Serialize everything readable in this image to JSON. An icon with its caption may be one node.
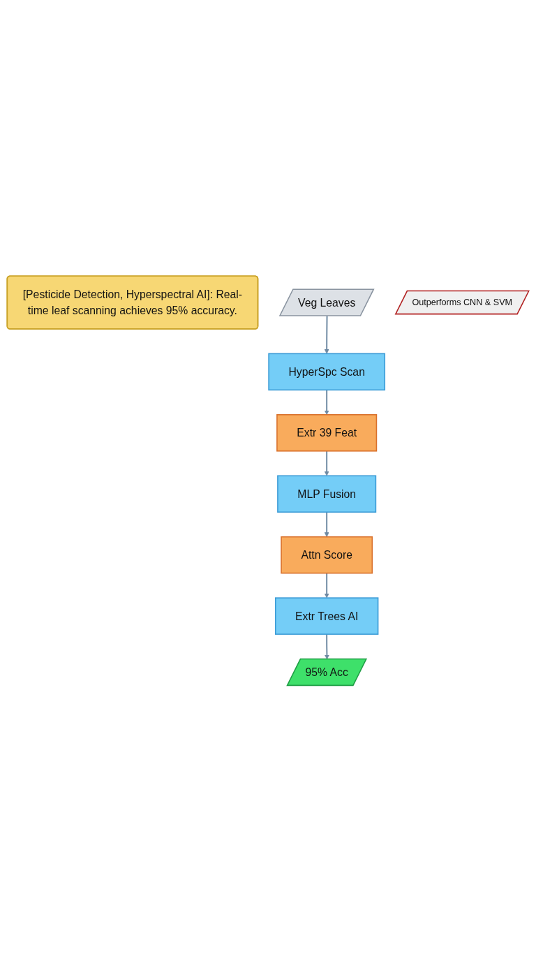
{
  "diagram": {
    "nodes": [
      {
        "text": [
          "[Pesticide Detection, Hyperspectral AI]: Real-time leaf scanning achieves 95% accuracy."
        ]
      },
      {
        "text": [
          "Veg Leaves"
        ]
      },
      {
        "text": [
          "HyperSpc Scan"
        ]
      },
      {
        "text": [
          "Extr 39 Feat"
        ]
      },
      {
        "text": [
          "MLP Fusion"
        ]
      },
      {
        "text": [
          "Attn Score"
        ]
      },
      {
        "text": [
          "Extr Trees AI"
        ]
      },
      {
        "text": [
          "Outperforms CNN & SVM"
        ]
      },
      {
        "text": [
          "95% Acc"
        ]
      }
    ],
    "edges": [
      {
        "from": 1,
        "to": 2,
        "arrow": "to"
      },
      {
        "from": 2,
        "to": 3,
        "arrow": "to"
      },
      {
        "from": 3,
        "to": 4,
        "arrow": "to"
      },
      {
        "from": 4,
        "to": 5,
        "arrow": "to"
      },
      {
        "from": 5,
        "to": 6,
        "arrow": "to"
      },
      {
        "from": 6,
        "to": 8,
        "arrow": "to"
      }
    ]
  }
}
